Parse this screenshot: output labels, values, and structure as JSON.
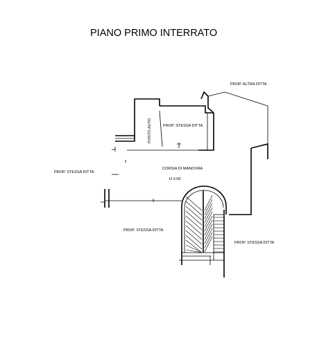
{
  "title": "PIANO PRIMO INTERRATO",
  "labels": {
    "prop_altra_ditta": "PROP. ALTRA DITTA",
    "prop_stessa_ditta_top": "PROP. STESSA DITTA",
    "posto_auto": "POSTO AUTO",
    "prop_stessa_ditta_left": "PROP. STESSA DITTA",
    "corsia": "CORSIA DI MANOVRA",
    "height": "H 3.00",
    "prop_stessa_ditta_bottom": "PROP. STESSA DITTA",
    "prop_stessa_ditta_right": "PROP. STESSA DITTA"
  }
}
